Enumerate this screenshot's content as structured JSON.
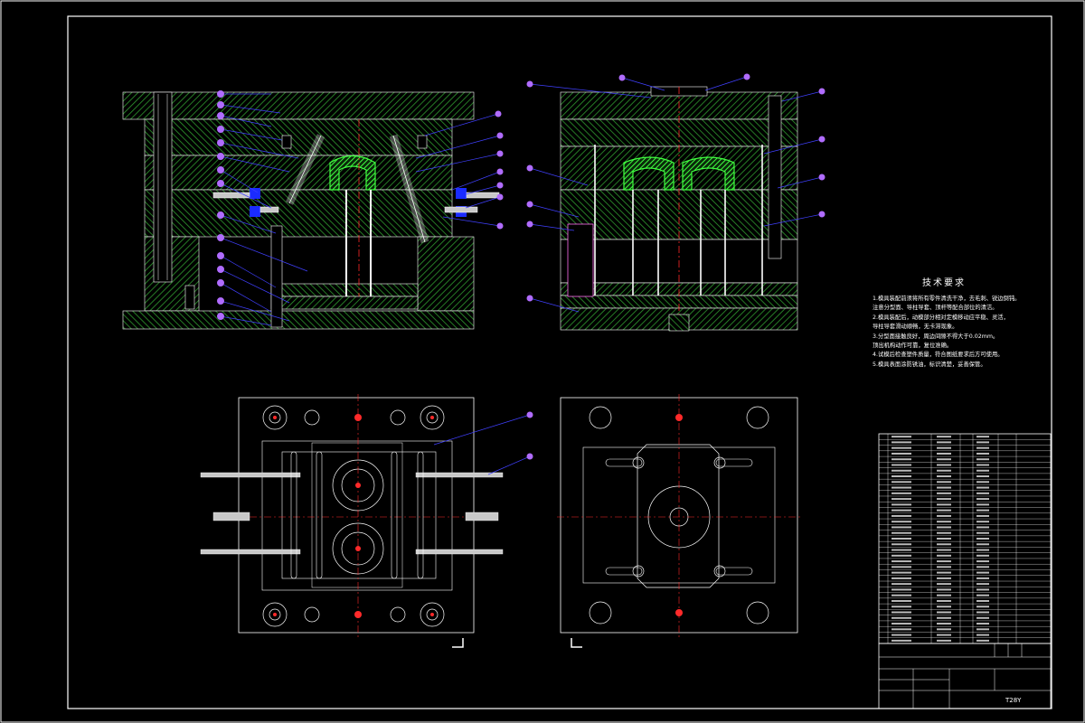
{
  "drawing": {
    "colors": {
      "background": "#000000",
      "frame": "#ffffff",
      "hatch": "#2f9a2f",
      "cavity": "#40ff40",
      "leader": "#4040ff",
      "balloon": "#b06cff",
      "centerline": "#ff2a2a",
      "insert": "#1a2bff",
      "steel": "#c8c8c8"
    },
    "views": [
      "front-section-view",
      "side-section-view",
      "fixed-half-plan-view",
      "moving-half-plan-view"
    ]
  },
  "tech_requirements": {
    "title": "技术要求",
    "items": [
      "1.模具装配前须将所有零件清洗干净，去毛刺、锐边倒钝。",
      "  注意分型面、导柱导套、顶杆等配合部位的清洁。",
      "2.模具装配后，动模部分相对定模移动应平稳、灵活，",
      "  导柱导套滑动顺畅，无卡滞现象。",
      "3.分型面接触良好，周边间隙不得大于0.02mm。",
      "  顶出机构动作可靠，复位准确。",
      "4.试模后检查塑件质量，符合图纸要求后方可使用。",
      "5.模具表面涂防锈油，标识清楚，妥善保管。"
    ]
  },
  "bom": {
    "rows": 37
  },
  "title_block": {
    "drawing_no": "T28Y"
  }
}
